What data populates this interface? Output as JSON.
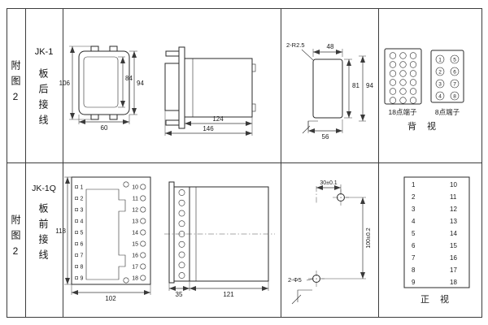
{
  "top_row": {
    "fig_label": "附图2",
    "model": "JK-1",
    "wiring": "板后接线",
    "front_view": {
      "dim_total_h": "106",
      "dim_inner_h": "84",
      "dim_outer_h": "94",
      "dim_w": "60"
    },
    "side_view": {
      "dim_body": "124",
      "dim_total": "146"
    },
    "cutout_view": {
      "radius_note": "2-R2.5",
      "dim_w_top": "48",
      "dim_h_inner": "81",
      "dim_h_outer": "94",
      "dim_w_bottom": "56"
    },
    "terminal18_label": "18点端子",
    "terminal8_label": "8点端子",
    "terminal8_pins": [
      "1",
      "5",
      "2",
      "6",
      "3",
      "7",
      "4",
      "8"
    ],
    "view_label": "背 视"
  },
  "bottom_row": {
    "fig_label": "附图2",
    "model": "JK-1Q",
    "wiring": "板前接线",
    "front_view": {
      "dim_h": "118",
      "dim_w": "102",
      "left_pins": [
        "1",
        "2",
        "3",
        "4",
        "5",
        "6",
        "7",
        "8",
        "9"
      ],
      "right_pins": [
        "10",
        "11",
        "12",
        "13",
        "14",
        "15",
        "16",
        "17",
        "18"
      ]
    },
    "side_view": {
      "dim_front": "35",
      "dim_body": "121"
    },
    "mount_view": {
      "dim_h": "30±0.1",
      "dim_v": "100±0.2",
      "hole_note": "2-Φ5"
    },
    "terminal_table": {
      "left": [
        "1",
        "2",
        "3",
        "4",
        "5",
        "6",
        "7",
        "8",
        "9"
      ],
      "right": [
        "10",
        "11",
        "12",
        "13",
        "14",
        "15",
        "16",
        "17",
        "18"
      ]
    },
    "view_label": "正 视"
  }
}
